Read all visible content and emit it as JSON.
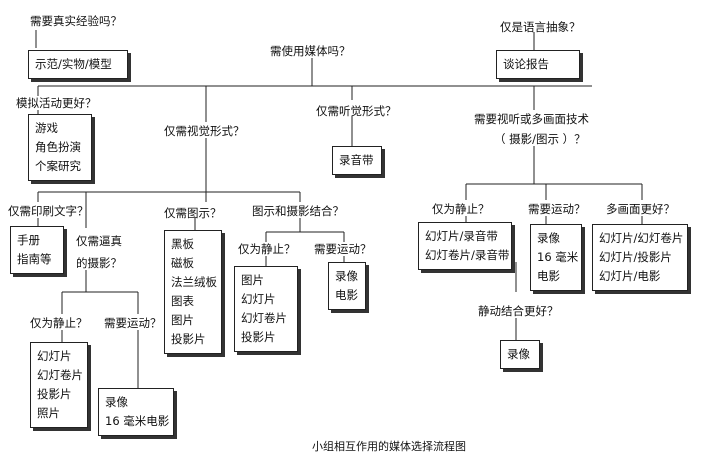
{
  "questions": {
    "q_real": "需要真实经验吗？",
    "q_lang": "仅是语言抽象？",
    "q_media": "需使用媒体吗？",
    "q_sim": "模拟活动更好？",
    "q_visual": "仅需视觉形式？",
    "q_audio": "仅需听觉形式？",
    "q_av": "需要视听或多画面技术",
    "q_av2": "（ 摄影/图示 ）？",
    "q_print": "仅需印刷文字？",
    "q_realphoto1": "仅需逼真",
    "q_realphoto2": "的摄影？",
    "q_graph": "仅需图示？",
    "q_graphphoto": "图示和摄影结合？",
    "q_still1": "仅为静止？",
    "q_motion1": "需要运动？",
    "q_still2": "仅为静止？",
    "q_motion2": "需要运动？",
    "q_still3": "仅为静止？",
    "q_motion3": "需要运动？",
    "q_multi": "多画面更好？",
    "q_stillmotion": "静动结合更好？"
  },
  "boxes": {
    "b_demo": [
      "示范/实物/模型"
    ],
    "b_talk": [
      "谈论报告"
    ],
    "b_games": [
      "游戏",
      "角色扮演",
      "个案研究"
    ],
    "b_tape": [
      "录音带"
    ],
    "b_manual": [
      "手册",
      "指南等"
    ],
    "b_boards": [
      "黑板",
      "磁板",
      "法兰绒板",
      "图表",
      "图片",
      "投影片"
    ],
    "b_pics2": [
      "图片",
      "幻灯片",
      "幻灯卷片",
      "投影片"
    ],
    "b_video2": [
      "录像",
      "电影"
    ],
    "b_slides_tape": [
      "幻灯片/录音带",
      "幻灯卷片/录音带"
    ],
    "b_video3": [
      "录像",
      "16 毫米",
      "电影"
    ],
    "b_multi": [
      "幻灯片/幻灯卷片",
      "幻灯片/投影片",
      "幻灯片/电影"
    ],
    "b_slides1": [
      "幻灯片",
      "幻灯卷片",
      "投影片",
      "照片"
    ],
    "b_video1": [
      "录像",
      "16 毫米电影"
    ],
    "b_video4": [
      "录像"
    ]
  },
  "caption": "小组相互作用的媒体选择流程图"
}
